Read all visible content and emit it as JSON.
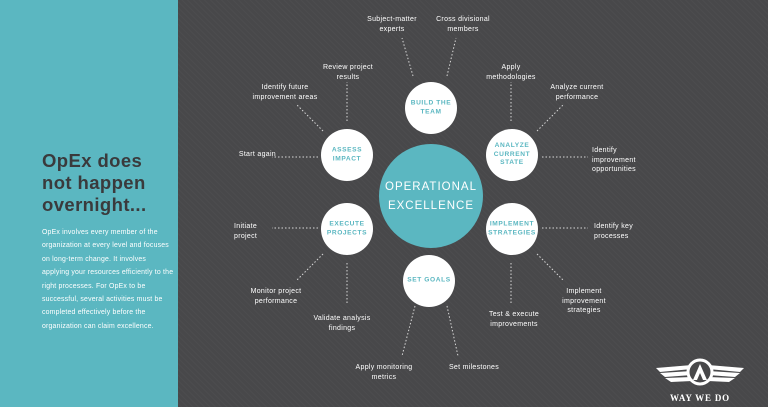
{
  "left_panel": {
    "headline": "OpEx does not happen overnight...",
    "body": "OpEx involves every member of the organization at every level and focuses on long-term change. It involves applying your resources efficiently to the right processes. For OpEx to be successful, several activities must be completed effectively before the organization can claim excellence."
  },
  "center": {
    "label": "OPERATIONAL EXCELLENCE"
  },
  "nodes": {
    "build_team": "BUILD THE TEAM",
    "analyze_state": "ANALYZE CURRENT STATE",
    "implement_strategies": "IMPLEMENT STRATEGIES",
    "set_goals": "SET GOALS",
    "execute_projects": "EXECUTE PROJECTS",
    "assess_impact": "ASSESS IMPACT"
  },
  "activities": {
    "subject_matter_experts": "Subject-matter experts",
    "cross_divisional_members": "Cross divisional members",
    "apply_methodologies": "Apply methodologies",
    "analyze_current_performance": "Analyze current performance",
    "identify_improvement_opportunities": "Identify improvement opportunities",
    "identify_key_processes": "Identify key processes",
    "implement_improvement_strategies": "Implement improvement strategies",
    "test_execute_improvements": "Test & execute improvements",
    "set_milestones": "Set milestones",
    "apply_monitoring_metrics": "Apply monitoring metrics",
    "validate_analysis_findings": "Validate analysis findings",
    "monitor_project_performance": "Monitor project performance",
    "initiate_project": "Initiate project",
    "start_again": "Start again",
    "identify_future_improvement_areas": "Identify future improvement areas",
    "review_project_results": "Review project results"
  },
  "logo": {
    "text": "WAY WE DO"
  },
  "colors": {
    "teal": "#5bb7c1",
    "background": "#48484a",
    "headline": "#3a3a3c",
    "node_fill": "#ffffff"
  }
}
